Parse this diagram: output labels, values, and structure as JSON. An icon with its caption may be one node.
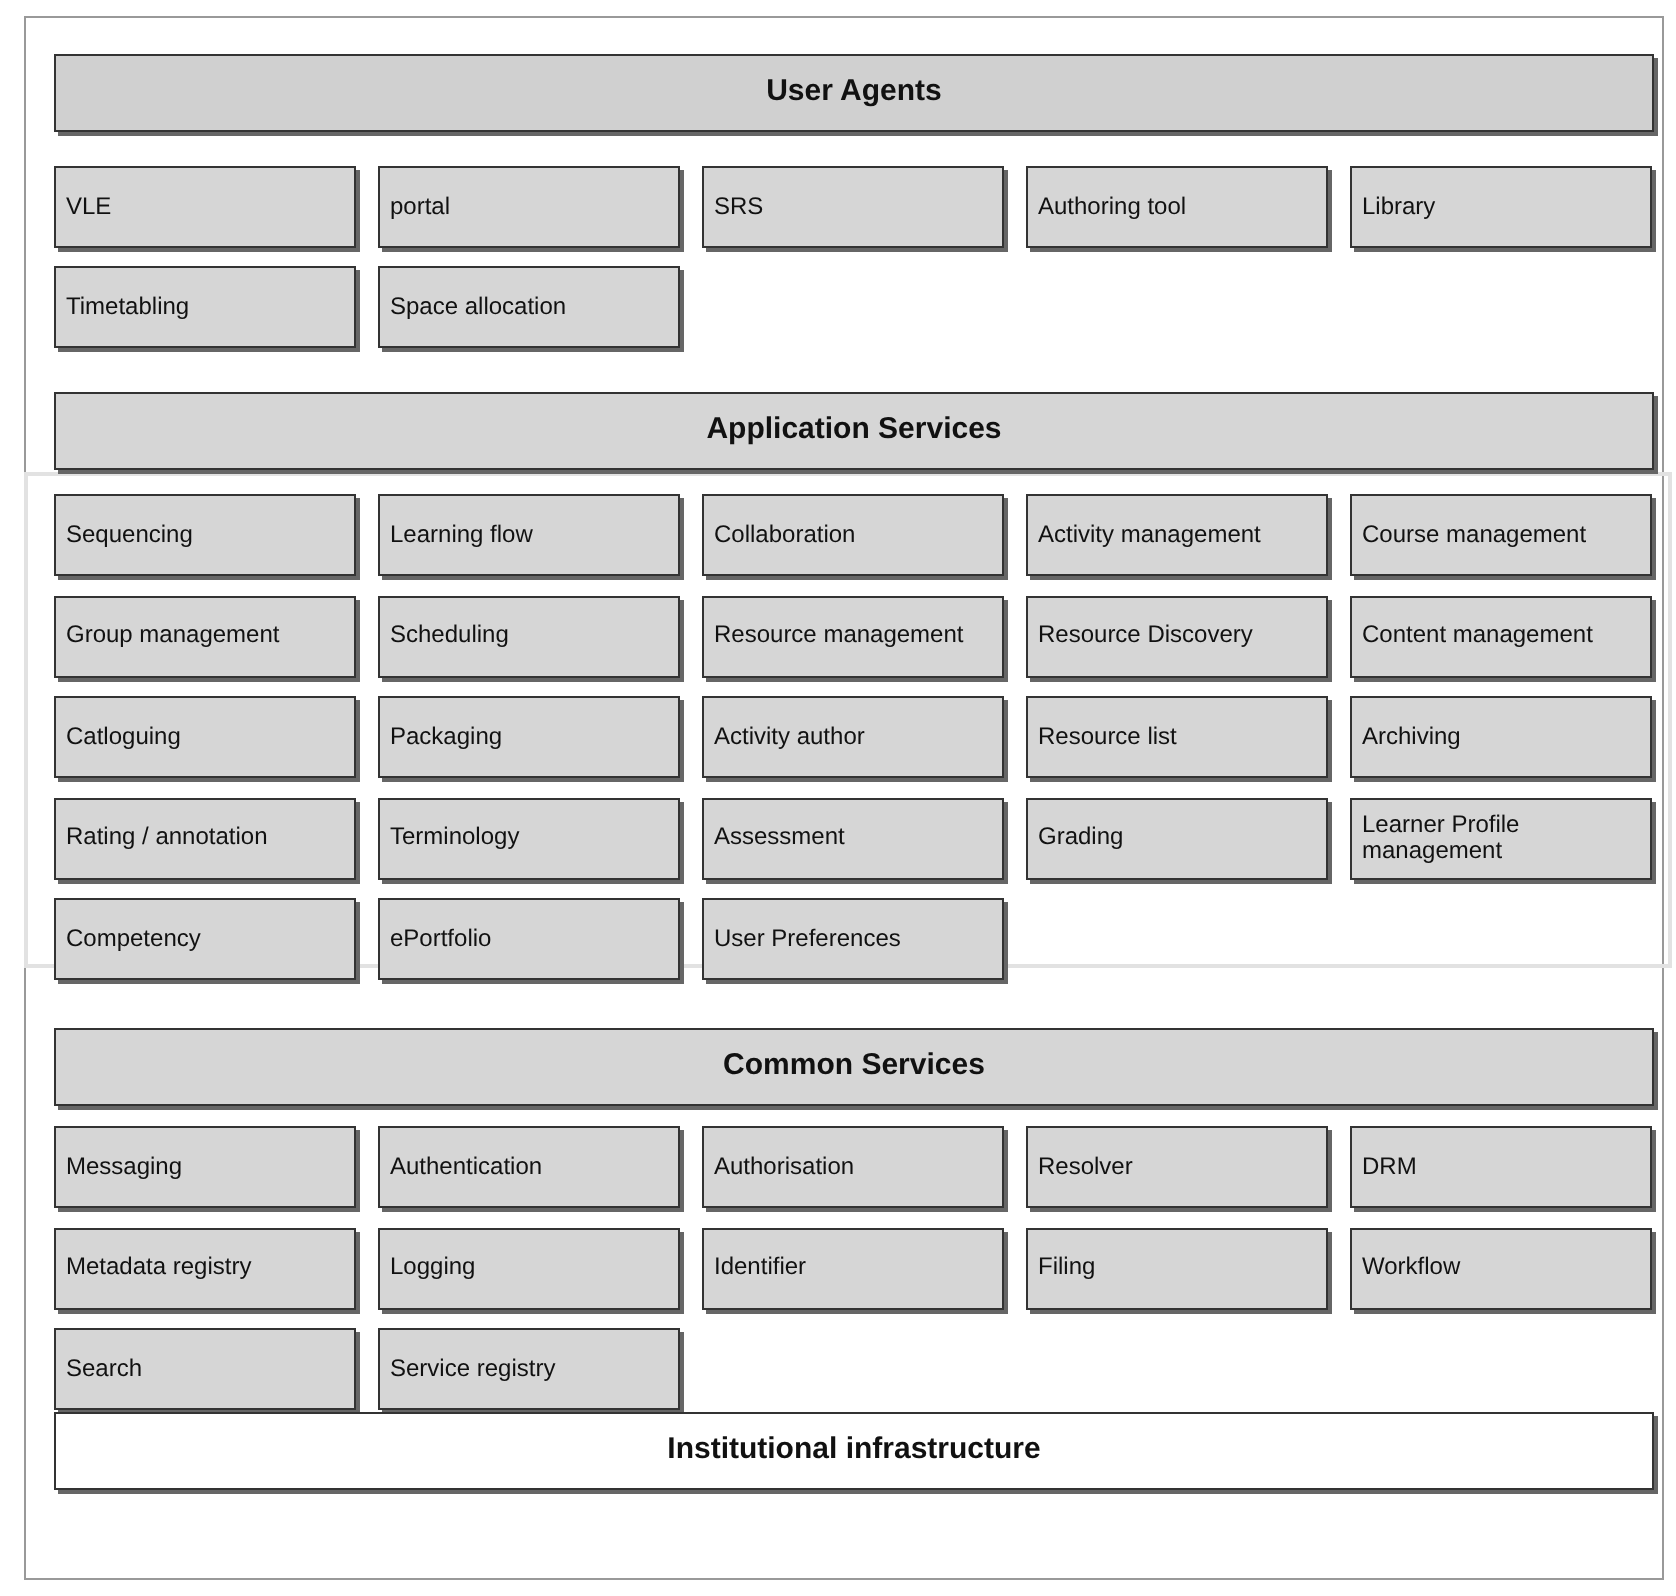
{
  "diagram": {
    "nodes": [
      {
        "text": [
          "User Agents"
        ]
      },
      {
        "text": [
          "VLE"
        ]
      },
      {
        "text": [
          "portal"
        ]
      },
      {
        "text": [
          "SRS"
        ]
      },
      {
        "text": [
          "Authoring tool"
        ]
      },
      {
        "text": [
          "Library"
        ]
      },
      {
        "text": [
          "Timetabling"
        ]
      },
      {
        "text": [
          "Space allocation"
        ]
      },
      {
        "text": [
          "Application Services"
        ]
      },
      {
        "text": [
          "Sequencing"
        ]
      },
      {
        "text": [
          "Learning flow"
        ]
      },
      {
        "text": [
          "Collaboration"
        ]
      },
      {
        "text": [
          "Activity management"
        ]
      },
      {
        "text": [
          "Course management"
        ]
      },
      {
        "text": [
          "Group management"
        ]
      },
      {
        "text": [
          "Scheduling"
        ]
      },
      {
        "text": [
          "Resource management"
        ]
      },
      {
        "text": [
          "Resource Discovery"
        ]
      },
      {
        "text": [
          "Content management"
        ]
      },
      {
        "text": [
          "Catloguing"
        ]
      },
      {
        "text": [
          "Packaging"
        ]
      },
      {
        "text": [
          "Activity author"
        ]
      },
      {
        "text": [
          "Resource list"
        ]
      },
      {
        "text": [
          "Archiving"
        ]
      },
      {
        "text": [
          "Rating / annotation"
        ]
      },
      {
        "text": [
          "Terminology"
        ]
      },
      {
        "text": [
          "Assessment"
        ]
      },
      {
        "text": [
          "Grading"
        ]
      },
      {
        "text": [
          "Learner Profile management"
        ]
      },
      {
        "text": [
          "Competency"
        ]
      },
      {
        "text": [
          "ePortfolio"
        ]
      },
      {
        "text": [
          "User Preferences"
        ]
      },
      {
        "text": [
          "Common Services"
        ]
      },
      {
        "text": [
          "Messaging"
        ]
      },
      {
        "text": [
          "Authentication"
        ]
      },
      {
        "text": [
          "Authorisation"
        ]
      },
      {
        "text": [
          "Resolver"
        ]
      },
      {
        "text": [
          "DRM"
        ]
      },
      {
        "text": [
          "Metadata registry"
        ]
      },
      {
        "text": [
          "Logging"
        ]
      },
      {
        "text": [
          "Identifier"
        ]
      },
      {
        "text": [
          "Filing"
        ]
      },
      {
        "text": [
          "Workflow"
        ]
      },
      {
        "text": [
          "Search"
        ]
      },
      {
        "text": [
          "Service registry"
        ]
      },
      {
        "text": [
          "Institutional infrastructure"
        ]
      }
    ],
    "edges": []
  }
}
